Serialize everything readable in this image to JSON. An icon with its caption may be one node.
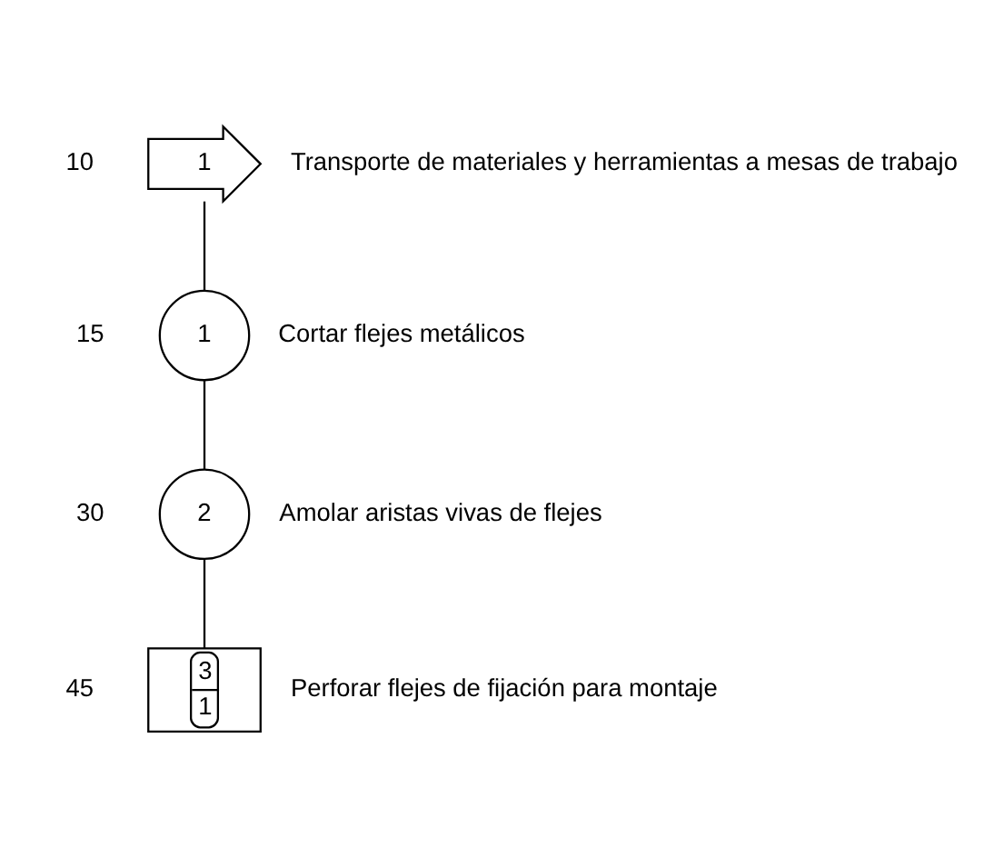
{
  "diagram": {
    "nodes": [
      {
        "text": [
          "1"
        ],
        "beside": [
          "10",
          "Transporte de materiales y herramientas a mesas de trabajo"
        ]
      },
      {
        "text": [
          "1"
        ],
        "beside": [
          "15",
          "Cortar flejes metálicos"
        ]
      },
      {
        "text": [
          "2"
        ],
        "beside": [
          "30",
          "Amolar aristas vivas de flejes"
        ]
      },
      {
        "text": [
          "3",
          "1"
        ],
        "beside": [
          "45",
          "Perforar flejes de fijación para montaje"
        ]
      }
    ],
    "edges": [
      {
        "from": 0,
        "to": 1,
        "arrow": "none"
      },
      {
        "from": 1,
        "to": 2,
        "arrow": "none"
      },
      {
        "from": 2,
        "to": 3,
        "arrow": "none"
      }
    ]
  }
}
